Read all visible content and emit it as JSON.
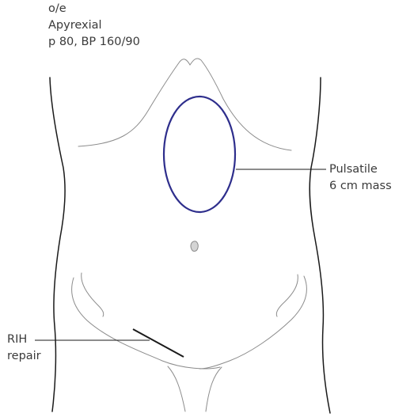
{
  "examination": {
    "line1": "o/e",
    "line2": "Apyrexial",
    "line3": "p 80, BP 160/90"
  },
  "labels": {
    "mass_line1": "Pulsatile",
    "mass_line2": "6 cm mass",
    "rih_line1": "RIH",
    "rih_line2": "repair"
  },
  "colors": {
    "mass_outline": "#2e2e8c",
    "body_outline": "#1a1a1a",
    "detail_lines": "#8c8c8c"
  }
}
